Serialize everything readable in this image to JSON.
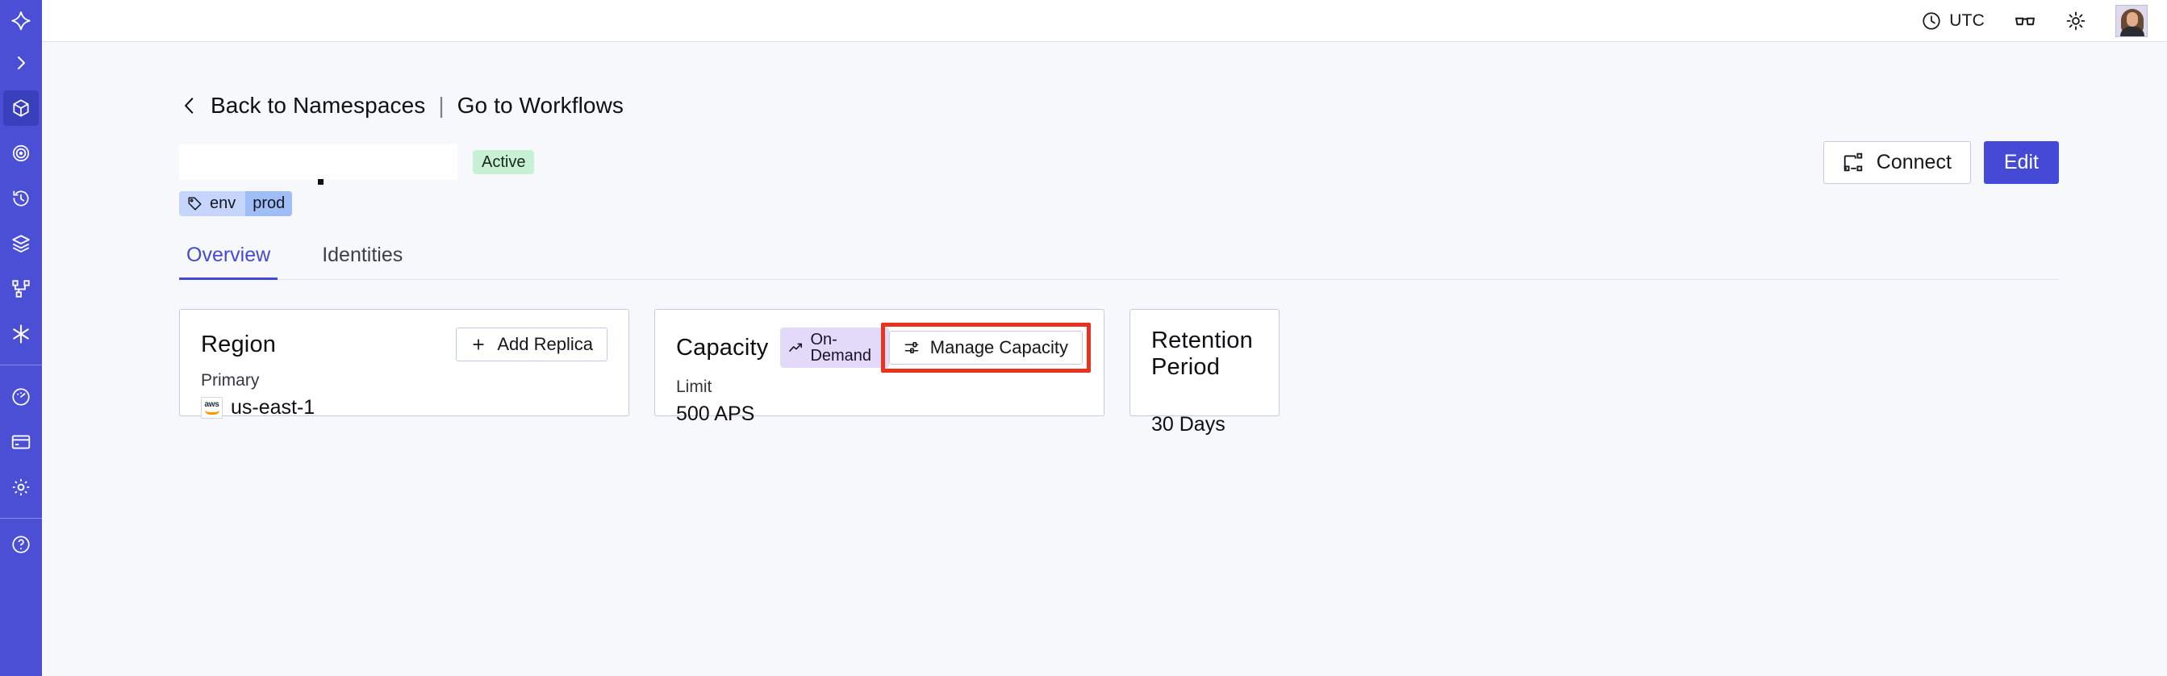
{
  "sidebar": {
    "background": "#4a4fd6",
    "items": [
      {
        "name": "temporal-logo",
        "icon": "temporal-logo-icon",
        "active": false
      },
      {
        "name": "expand-nav",
        "icon": "chevron-right-icon",
        "active": false
      },
      {
        "name": "namespaces",
        "icon": "cube-icon",
        "active": true
      },
      {
        "name": "observability",
        "icon": "eye-spiral-icon",
        "active": false
      },
      {
        "name": "recent",
        "icon": "clock-rewind-icon",
        "active": false
      },
      {
        "name": "layers",
        "icon": "layers-icon",
        "active": false
      },
      {
        "name": "workflows",
        "icon": "nodes-branch-icon",
        "active": false
      },
      {
        "name": "integrations",
        "icon": "asterisk-icon",
        "active": false
      },
      {
        "name": "usage",
        "icon": "gauge-icon",
        "active": false
      },
      {
        "name": "billing",
        "icon": "credit-card-icon",
        "active": false
      },
      {
        "name": "settings",
        "icon": "gear-icon",
        "active": false
      },
      {
        "name": "help",
        "icon": "help-circle-icon",
        "active": false
      }
    ]
  },
  "header": {
    "timezone_label": "UTC",
    "timezone_icon": "clock-icon",
    "readability_icon": "glasses-icon",
    "theme_icon": "sun-icon",
    "avatar_icon": "user-avatar"
  },
  "breadcrumb": {
    "back_icon": "chevron-left-icon",
    "back_label": "Back to Namespaces",
    "divider": "|",
    "forward_label": "Go to Workflows"
  },
  "namespace": {
    "name": "",
    "status": "Active",
    "status_color": "#c8f0d4",
    "tag": {
      "icon": "tag-icon",
      "key": "env",
      "value": "prod"
    }
  },
  "actions": {
    "connect_label": "Connect",
    "connect_icon": "connect-flow-icon",
    "edit_label": "Edit",
    "edit_color": "#4449d6"
  },
  "tabs": [
    {
      "label": "Overview",
      "active": true
    },
    {
      "label": "Identities",
      "active": false
    }
  ],
  "cards": {
    "region": {
      "title": "Region",
      "button_label": "Add Replica",
      "button_icon": "plus-icon",
      "sub_label": "Primary",
      "provider_icon": "aws-logo",
      "value": "us-east-1"
    },
    "capacity": {
      "title": "Capacity",
      "badge_label": "On-Demand",
      "badge_icon": "trending-up-icon",
      "badge_color": "#e3daf9",
      "button_label": "Manage Capacity",
      "button_icon": "sliders-icon",
      "sub_label": "Limit",
      "value": "500 APS",
      "highlighted": true,
      "highlight_color": "#e8331f"
    },
    "retention": {
      "title": "Retention Period",
      "value": "30 Days"
    }
  }
}
